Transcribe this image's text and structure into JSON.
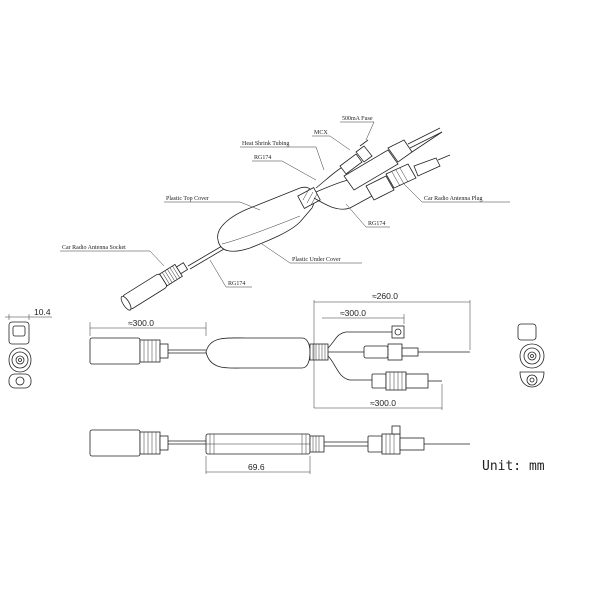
{
  "labels": {
    "fuse": "500mA Fuse",
    "mcx": "MCX",
    "heat_shrink": "Heat Shrink Tubing",
    "rg174_top": "RG174",
    "top_cover": "Plastic Top Cover",
    "antenna_plug": "Car Radio Antenna Plug",
    "rg174_right": "RG174",
    "antenna_socket": "Car Radio Antenna Socket",
    "under_cover": "Plastic Under Cover",
    "rg174_bottom": "RG174"
  },
  "dimensions": {
    "width_left": "10.4",
    "len_260": "≈260.0",
    "len_300_top": "≈300.0",
    "len_300_left": "≈300.0",
    "len_300_bottom": "≈300.0",
    "len_69": "69.6"
  },
  "unit": "Unit: mm"
}
